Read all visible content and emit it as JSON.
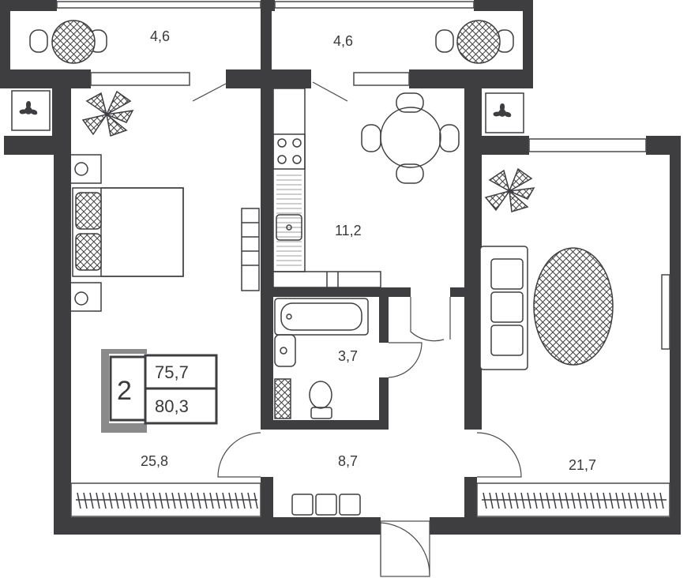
{
  "colors": {
    "wall": "#3e3e40",
    "line": "#4a4a4a",
    "badge": "#8a8a8a",
    "background": "#ffffff"
  },
  "badge": {
    "rooms": "2",
    "area_living": "75,7",
    "area_total": "80,3"
  },
  "rooms": {
    "balcony_left": "4,6",
    "balcony_right": "4,6",
    "kitchen": "11,2",
    "bathroom": "3,7",
    "hall": "8,7",
    "bedroom": "25,8",
    "living_room": "21,7"
  },
  "icons": [
    "fan-icon",
    "fan-icon",
    "plant-icon",
    "plant-icon",
    "bed-icon",
    "sofa-icon",
    "rug-icon",
    "dining-table-icon",
    "stove-icon",
    "sink-icon",
    "bathtub-icon",
    "toilet-icon",
    "washbasin-icon",
    "radiator-icon"
  ]
}
